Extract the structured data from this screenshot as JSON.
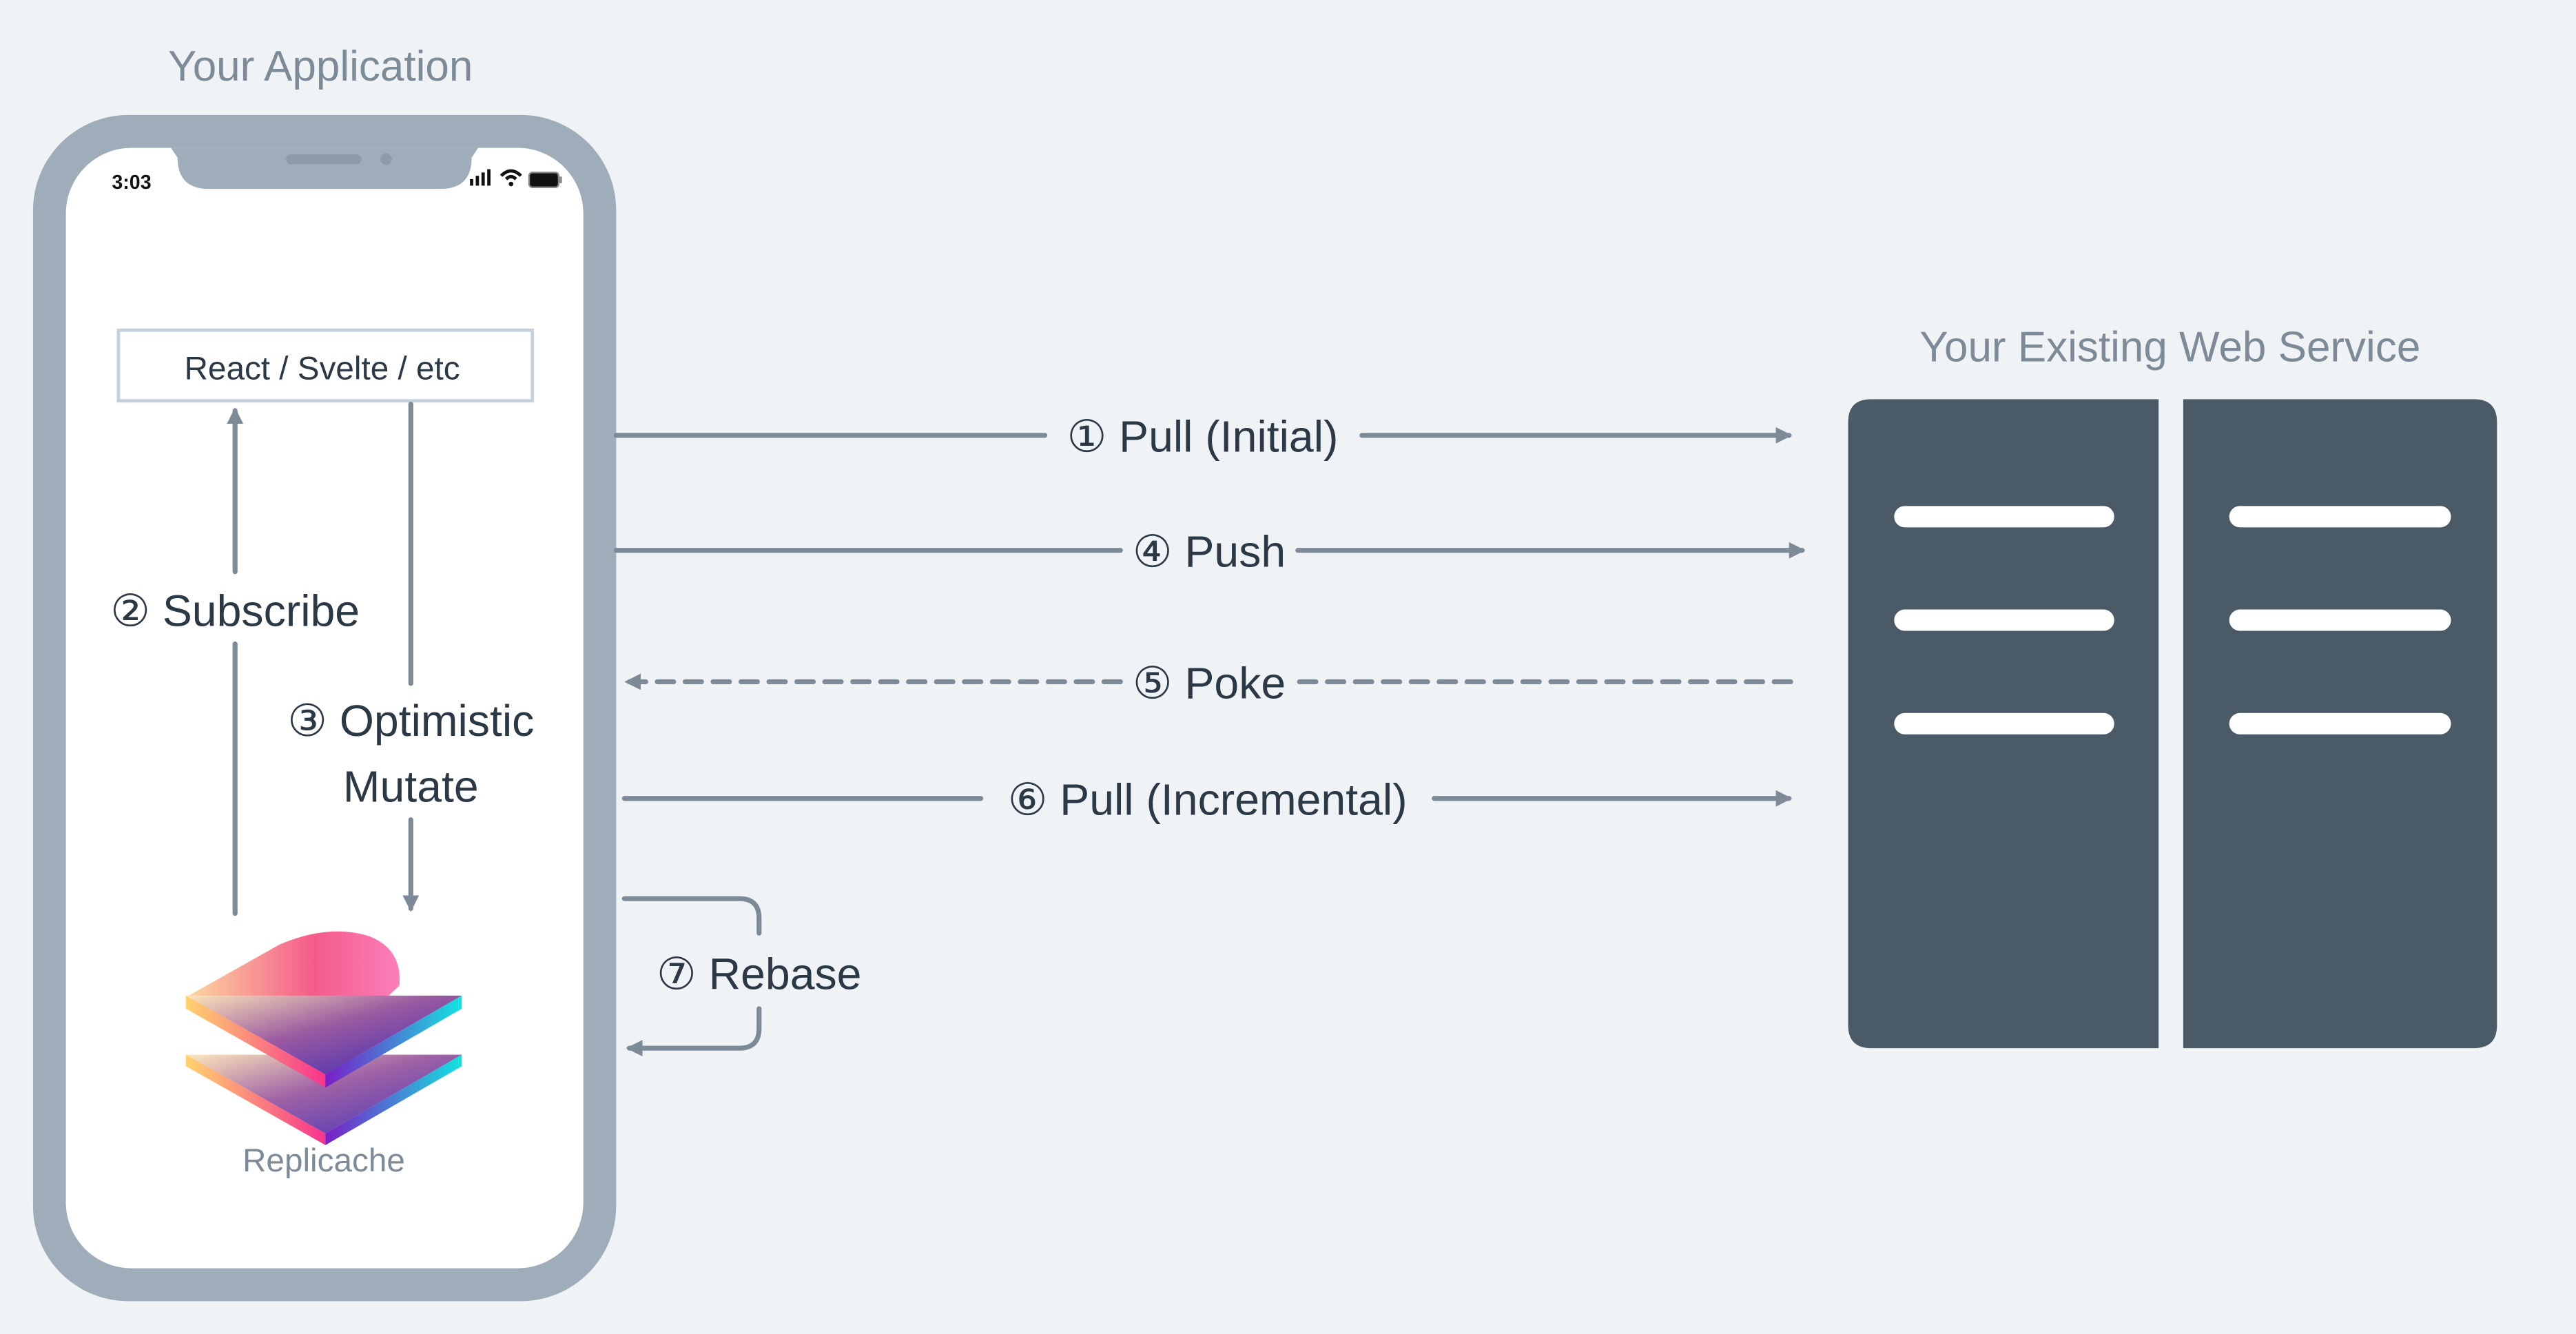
{
  "app": {
    "title": "Your Application",
    "status_time": "3:03",
    "framework_box": "React / Svelte / etc",
    "subscribe_label": "② Subscribe",
    "mutate_label_line1": "③ Optimistic",
    "mutate_label_line2": "Mutate",
    "logo_caption": "Replicache"
  },
  "server": {
    "title": "Your Existing Web Service"
  },
  "flows": {
    "pull_initial": "① Pull (Initial)",
    "push": "④ Push",
    "poke": "⑤ Poke",
    "pull_incremental": "⑥ Pull (Incremental)",
    "rebase": "⑦ Rebase"
  },
  "colors": {
    "background": "#eff3f6",
    "phone_frame": "#9eadb9",
    "server": "#4a5a67",
    "arrow": "#7d8a97",
    "text": "#2b3845"
  }
}
